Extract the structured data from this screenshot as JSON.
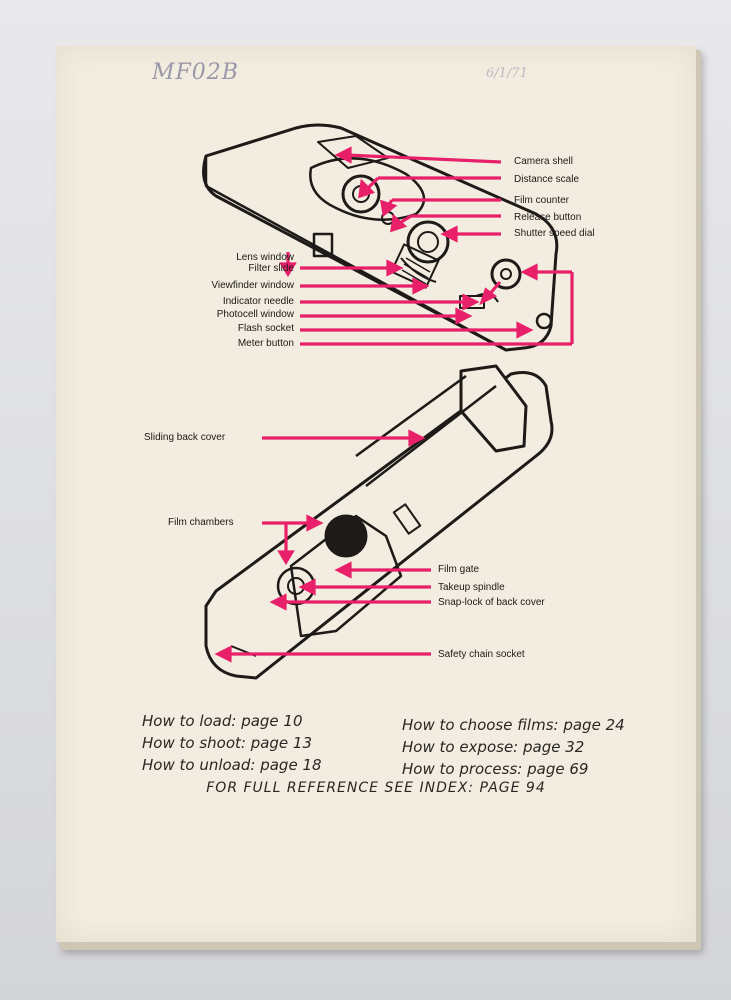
{
  "handwriting": {
    "code": "MF02B",
    "date": "6/1/71"
  },
  "top_diagram": {
    "labels_right": [
      "Camera shell",
      "Distance scale",
      "Film counter",
      "Release button",
      "Shutter speed dial"
    ],
    "labels_left": [
      "Lens window",
      "Filter slide",
      "Viewfinder window",
      "Indicator needle",
      "Photocell window",
      "Flash socket",
      "Meter button"
    ]
  },
  "bottom_diagram": {
    "labels_left": [
      "Sliding back cover",
      "Film chambers"
    ],
    "labels_right": [
      "Film gate",
      "Takeup spindle",
      "Snap-lock of back cover",
      "Safety chain socket"
    ]
  },
  "toc": {
    "left": [
      "How to load: page 10",
      "How to shoot: page 13",
      "How to unload: page 18"
    ],
    "right": [
      "How to choose films: page 24",
      "How to expose: page 32",
      "How to process: page 69"
    ]
  },
  "reference": "FOR FULL REFERENCE SEE INDEX: PAGE 94",
  "colors": {
    "arrow": "#e8206a",
    "paper": "#f2ede0",
    "ink": "#1d1a18"
  }
}
